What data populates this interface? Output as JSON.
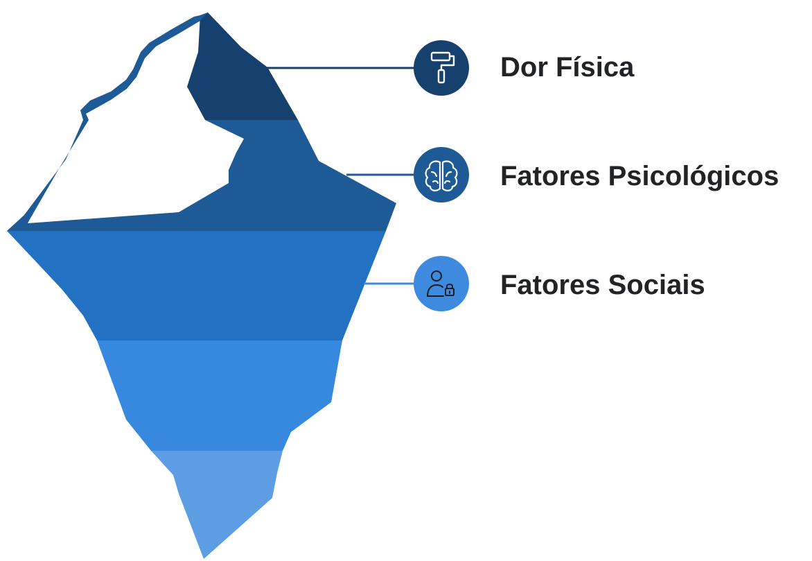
{
  "layers": [
    {
      "label": "Dor Física",
      "icon": "paint-roller-icon",
      "color": "#16406e"
    },
    {
      "label": "Fatores Psicológicos",
      "icon": "brain-icon",
      "color": "#1e5a96"
    },
    {
      "label": "Fatores Sociais",
      "icon": "user-lock-icon",
      "color": "#3d8ade"
    }
  ],
  "iceberg_colors": [
    "#16406e",
    "#1e5a96",
    "#2371c2",
    "#3788df",
    "#5c9de3"
  ]
}
